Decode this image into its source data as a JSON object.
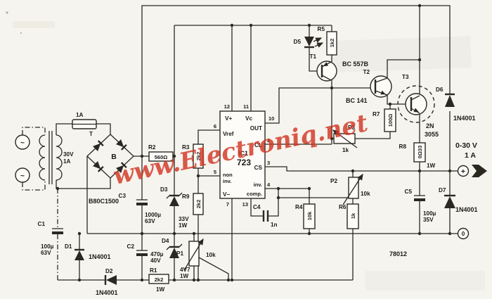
{
  "doc": {
    "schematic_number": "78012"
  },
  "watermark": {
    "text": "www.Electroniq.net",
    "color": "#d3321f"
  },
  "source": {
    "ac_symbol": "~"
  },
  "transformer": {
    "secondary": {
      "voltage": "30V",
      "current": "1A"
    }
  },
  "fuse": {
    "rating": "1A",
    "type": "T"
  },
  "bridge": {
    "label": "B",
    "part": "B80C1500"
  },
  "ic": {
    "ref": "IC1",
    "part": "723",
    "pin_numbers": {
      "n2": "2",
      "n3": "3",
      "n4": "4",
      "n5": "5",
      "n6": "6",
      "n7": "7",
      "n10": "10",
      "n11": "11",
      "n12": "12",
      "n13": "13"
    },
    "pin_labels": {
      "v_plus": "V+",
      "vc": "Vc",
      "out": "OUT",
      "vref": "Vref",
      "cl": "CL",
      "cs": "CS",
      "non_inv_line1": "non",
      "non_inv_line2": "inv.",
      "inv": "inv.",
      "comp": "comp.",
      "v_minus": "V−"
    }
  },
  "resistors": {
    "r1": {
      "ref": "R1",
      "value": "2k2",
      "power": "1W"
    },
    "r2": {
      "ref": "R2",
      "value": "560Ω"
    },
    "r3": {
      "ref": "R3",
      "value": "2k2"
    },
    "r4": {
      "ref": "R4",
      "value": "10k"
    },
    "r5": {
      "ref": "R5",
      "value": "1k2"
    },
    "r6": {
      "ref": "R6",
      "value": "1k"
    },
    "r7": {
      "ref": "R7",
      "value": "100Ω"
    },
    "r8": {
      "ref": "R8",
      "value": "0Ω33",
      "power": "1W"
    },
    "r9": {
      "ref": "R9",
      "value": "2k2"
    }
  },
  "potentiometers": {
    "p1": {
      "ref": "P1",
      "value": "10k"
    },
    "p2": {
      "ref": "P2",
      "value": "10k"
    },
    "p3": {
      "ref": "P3",
      "value": "1k"
    }
  },
  "capacitors": {
    "c1": {
      "ref": "C1",
      "value": "100µ",
      "voltage": "63V"
    },
    "c2": {
      "ref": "C2",
      "value": "470µ",
      "voltage": "40V"
    },
    "c3": {
      "ref": "C3",
      "value": "1000µ",
      "voltage": "63V"
    },
    "c4": {
      "ref": "C4",
      "value": "1n"
    },
    "c5": {
      "ref": "C5",
      "value": "100µ",
      "voltage": "35V"
    }
  },
  "diodes": {
    "d1": {
      "ref": "D1",
      "part": "1N4001"
    },
    "d2": {
      "ref": "D2",
      "part": "1N4001"
    },
    "d3": {
      "ref": "D3",
      "value": "33V",
      "power": "1W"
    },
    "d4": {
      "ref": "D4",
      "value": "4V7",
      "power": "1W"
    },
    "d5": {
      "ref": "D5"
    },
    "d6": {
      "ref": "D6",
      "part": "1N4001"
    },
    "d7": {
      "ref": "D7",
      "part": "1N4001"
    }
  },
  "transistors": {
    "t1": {
      "ref": "T1",
      "part": "BC 557B"
    },
    "t2": {
      "ref": "T2",
      "part": "BC 141"
    },
    "t3": {
      "ref": "T3",
      "part_line1": "2N",
      "part_line2": "3055"
    }
  },
  "output": {
    "voltage_range": "0-30 V",
    "current": "1 A",
    "plus_label": "+",
    "zero_label": "0"
  }
}
